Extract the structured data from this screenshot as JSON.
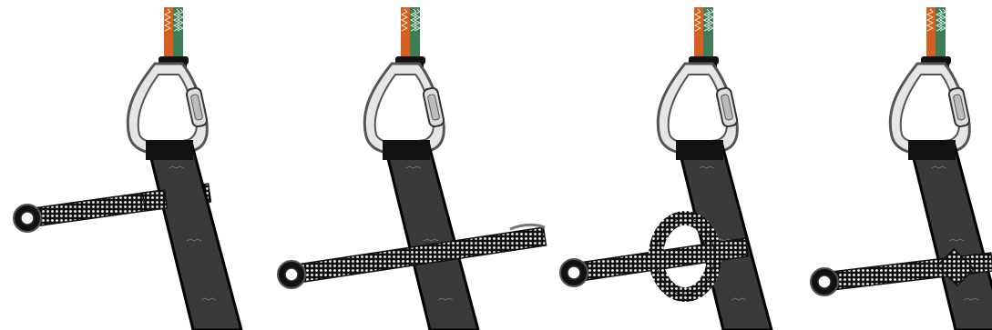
{
  "steps": [
    {
      "id": "step-1",
      "state": "strap-threaded-behind-webbing"
    },
    {
      "id": "step-2",
      "state": "strap-passed-across-webbing"
    },
    {
      "id": "step-3",
      "state": "strap-looped-around-webbing"
    },
    {
      "id": "step-4",
      "state": "strap-cinched-around-webbing"
    }
  ],
  "colors": {
    "sling_orange": "#d3601f",
    "sling_green": "#3f7d57",
    "webbing": "#3a3a3a",
    "webbing_edge": "#000000",
    "carabiner_fill": "#e6e6e6",
    "carabiner_stroke": "#555555",
    "strap_fill": "#111111",
    "strap_dots": "#ffffff"
  }
}
